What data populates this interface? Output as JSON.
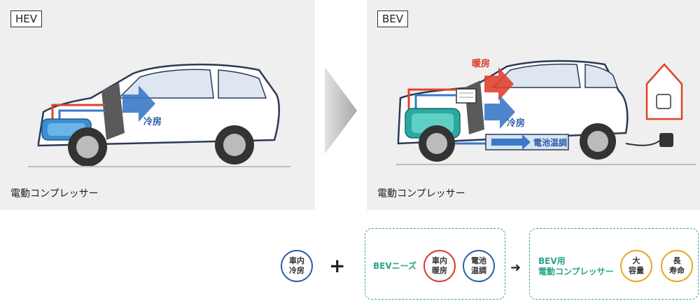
{
  "panels": {
    "hev": {
      "tag": "HEV",
      "caption": "電動コンプレッサー",
      "cooling_label": "冷房"
    },
    "bev": {
      "tag": "BEV",
      "caption": "電動コンプレッサー",
      "heating_label": "暖房",
      "cooling_label": "冷房",
      "battery_label": "電池温調"
    }
  },
  "bottom": {
    "base_circle": "車内\n冷房",
    "plus": "+",
    "needs_label": "BEVニーズ",
    "needs_circles": [
      "車内\n暖房",
      "電池\n温調"
    ],
    "arrow": "➜",
    "result_label": "BEV用\n電動コンプレッサー",
    "result_circles": [
      "大\n容量",
      "長\n寿命"
    ]
  },
  "colors": {
    "cool_blue": "#3b78c8",
    "heat_red": "#e0412d",
    "teal": "#2aa48a",
    "yellow": "#e8a81e"
  }
}
